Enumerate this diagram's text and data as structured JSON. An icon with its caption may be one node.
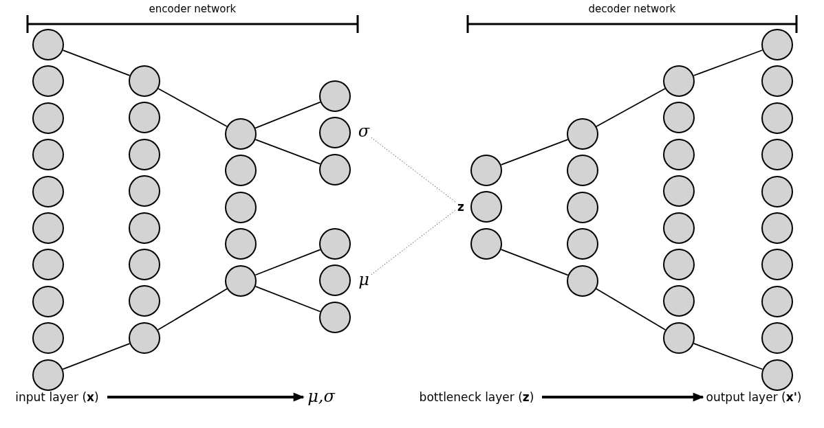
{
  "diagram": {
    "nodes": [
      {
        "text": [],
        "shape": "circle"
      },
      {
        "text": [],
        "shape": "circle"
      },
      {
        "text": [],
        "shape": "circle"
      },
      {
        "text": [],
        "shape": "circle"
      },
      {
        "text": [],
        "shape": "circle"
      },
      {
        "text": [],
        "shape": "circle"
      },
      {
        "text": [],
        "shape": "circle"
      },
      {
        "text": [],
        "shape": "circle"
      },
      {
        "text": [],
        "shape": "circle"
      },
      {
        "text": [],
        "shape": "circle"
      },
      {
        "text": [],
        "shape": "circle"
      },
      {
        "text": [],
        "shape": "circle"
      },
      {
        "text": [],
        "shape": "circle"
      },
      {
        "text": [],
        "shape": "circle"
      },
      {
        "text": [],
        "shape": "circle"
      },
      {
        "text": [],
        "shape": "circle"
      },
      {
        "text": [],
        "shape": "circle"
      },
      {
        "text": [],
        "shape": "circle"
      },
      {
        "text": [],
        "shape": "circle"
      },
      {
        "text": [],
        "shape": "circle"
      },
      {
        "text": [],
        "shape": "circle"
      },
      {
        "text": [],
        "shape": "circle"
      },
      {
        "text": [],
        "shape": "circle"
      },
      {
        "text": [],
        "shape": "circle"
      },
      {
        "text": [],
        "shape": "circle"
      },
      {
        "text": [],
        "shape": "circle"
      },
      {
        "text": [],
        "shape": "circle"
      },
      {
        "text": [],
        "shape": "circle"
      },
      {
        "text": [],
        "shape": "circle"
      },
      {
        "text": [
          "σ"
        ]
      },
      {
        "text": [
          "μ"
        ]
      },
      {
        "text": [
          "z"
        ]
      },
      {
        "text": [],
        "shape": "circle"
      },
      {
        "text": [],
        "shape": "circle"
      },
      {
        "text": [],
        "shape": "circle"
      },
      {
        "text": [],
        "shape": "circle"
      },
      {
        "text": [],
        "shape": "circle"
      },
      {
        "text": [],
        "shape": "circle"
      },
      {
        "text": [],
        "shape": "circle"
      },
      {
        "text": [],
        "shape": "circle"
      },
      {
        "text": [],
        "shape": "circle"
      },
      {
        "text": [],
        "shape": "circle"
      },
      {
        "text": [],
        "shape": "circle"
      },
      {
        "text": [],
        "shape": "circle"
      },
      {
        "text": [],
        "shape": "circle"
      },
      {
        "text": [],
        "shape": "circle"
      },
      {
        "text": [],
        "shape": "circle"
      },
      {
        "text": [],
        "shape": "circle"
      },
      {
        "text": [],
        "shape": "circle"
      },
      {
        "text": [],
        "shape": "circle"
      },
      {
        "text": [],
        "shape": "circle"
      },
      {
        "text": [],
        "shape": "circle"
      },
      {
        "text": [],
        "shape": "circle"
      },
      {
        "text": [],
        "shape": "circle"
      },
      {
        "text": [],
        "shape": "circle"
      },
      {
        "text": [],
        "shape": "circle"
      },
      {
        "text": [],
        "shape": "circle"
      },
      {
        "text": [],
        "shape": "circle"
      },
      {
        "text": [
          "input layer (**x**)"
        ]
      },
      {
        "text": [
          "μ,σ"
        ]
      },
      {
        "text": [
          "bottleneck layer (**z**)"
        ]
      },
      {
        "text": [
          "output layer (**x'**)"
        ]
      }
    ],
    "edges": [
      {
        "from": 0,
        "to": 10,
        "arrow": "none"
      },
      {
        "from": 9,
        "to": 17,
        "arrow": "none"
      },
      {
        "from": 10,
        "to": 18,
        "arrow": "none"
      },
      {
        "from": 17,
        "to": 22,
        "arrow": "none"
      },
      {
        "from": 18,
        "to": 23,
        "arrow": "none"
      },
      {
        "from": 18,
        "to": 25,
        "arrow": "none"
      },
      {
        "from": 22,
        "to": 26,
        "arrow": "none"
      },
      {
        "from": 22,
        "to": 28,
        "arrow": "none"
      },
      {
        "from": 29,
        "to": 31,
        "arrow": "none",
        "style": "dashed"
      },
      {
        "from": 30,
        "to": 31,
        "arrow": "none",
        "style": "dashed"
      },
      {
        "from": 32,
        "to": 35,
        "arrow": "none"
      },
      {
        "from": 34,
        "to": 39,
        "arrow": "none"
      },
      {
        "from": 35,
        "to": 40,
        "arrow": "none"
      },
      {
        "from": 39,
        "to": 47,
        "arrow": "none"
      },
      {
        "from": 40,
        "to": 48,
        "arrow": "none"
      },
      {
        "from": 47,
        "to": 57,
        "arrow": "none"
      },
      {
        "from": 58,
        "to": 59,
        "arrow": "to",
        "style": "thick"
      },
      {
        "from": 60,
        "to": 61,
        "arrow": "to",
        "style": "thick"
      }
    ],
    "labels": [
      "encoder network",
      "decoder network"
    ]
  }
}
